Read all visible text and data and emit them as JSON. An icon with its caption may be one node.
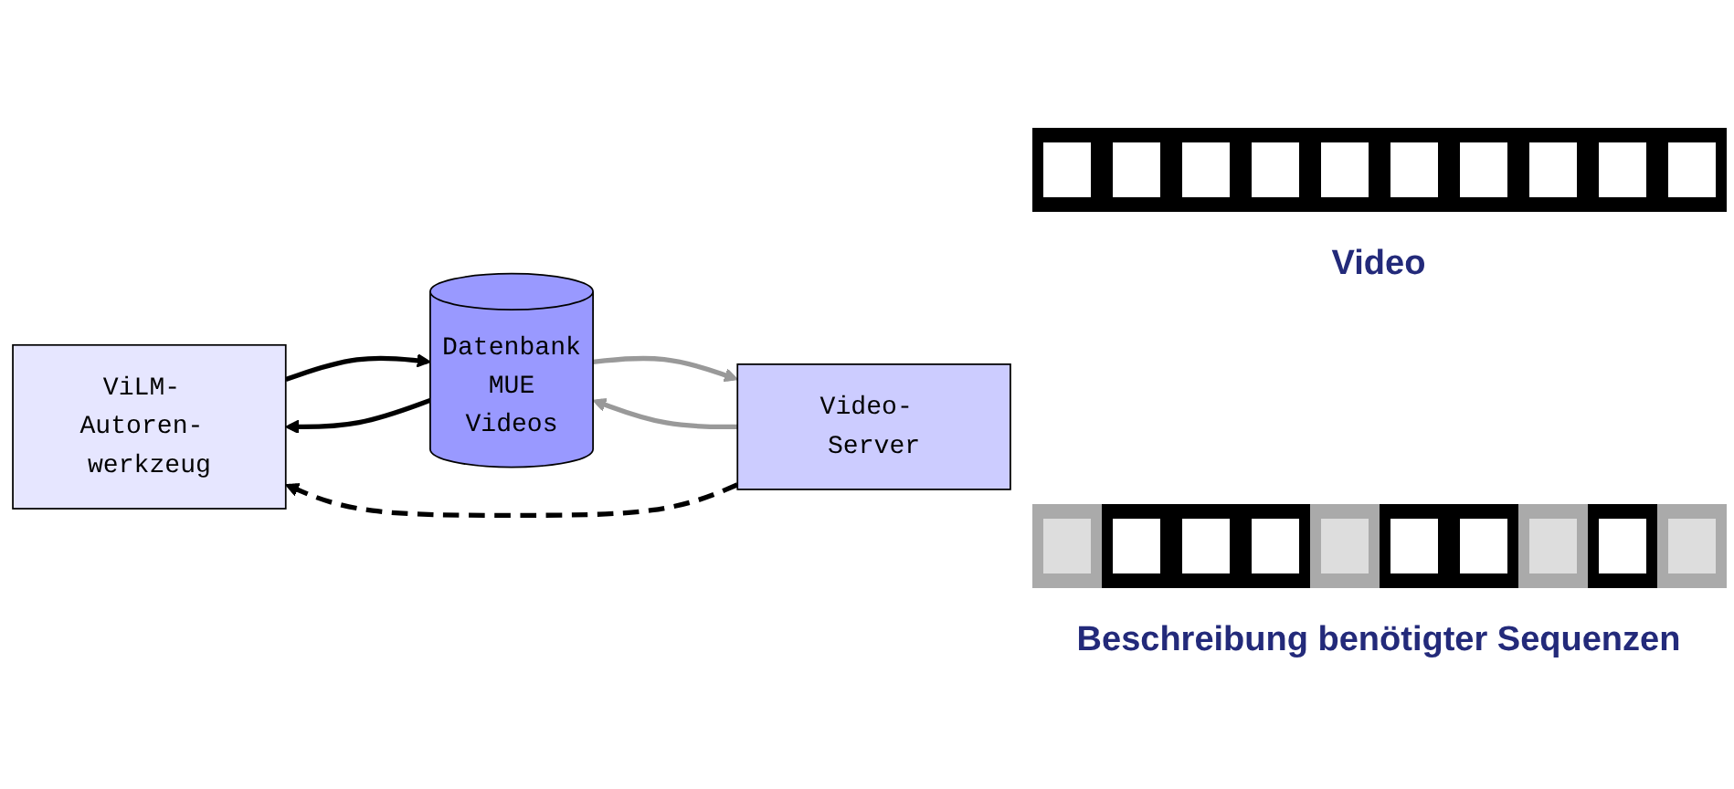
{
  "diagram": {
    "nodes": [
      {
        "text": [
          "ViLM- Autoren- werkzeug"
        ]
      },
      {
        "text": [
          "Video- Server"
        ]
      },
      {
        "text": [
          "Datenbank",
          "MUE",
          "Videos"
        ]
      }
    ],
    "edges": [
      {
        "from": 1,
        "to": 0,
        "arrow": "to",
        "style": "dashed"
      },
      {
        "from": 0,
        "to": 2,
        "arrow": "to"
      },
      {
        "from": 2,
        "to": 0,
        "arrow": "to"
      },
      {
        "from": 2,
        "to": 1,
        "arrow": "to",
        "color": "#999999"
      },
      {
        "from": 1,
        "to": 2,
        "arrow": "to",
        "color": "#999999"
      }
    ],
    "labels": [
      "Video",
      "Beschreibung benötigter Sequenzen"
    ]
  }
}
